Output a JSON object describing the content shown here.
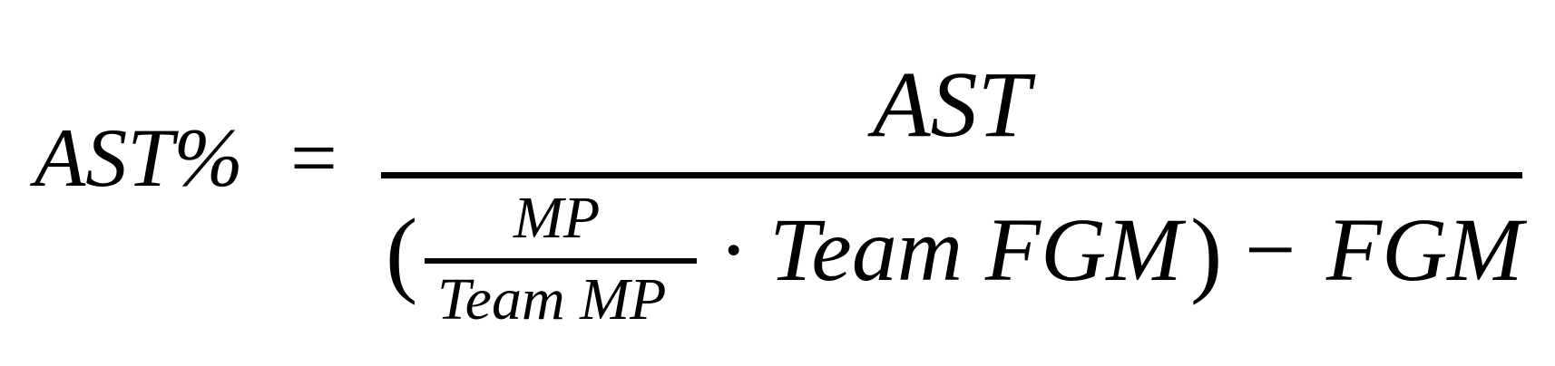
{
  "formula": {
    "lhs": "AST%",
    "equals": "=",
    "numerator": "AST",
    "denominator": {
      "open_paren": "(",
      "mp_fraction": {
        "numerator": "MP",
        "denominator": "Team MP"
      },
      "multiply": "·",
      "team_fgm": "Team FGM",
      "close_paren": ")",
      "minus": "−",
      "fgm": "FGM"
    }
  }
}
